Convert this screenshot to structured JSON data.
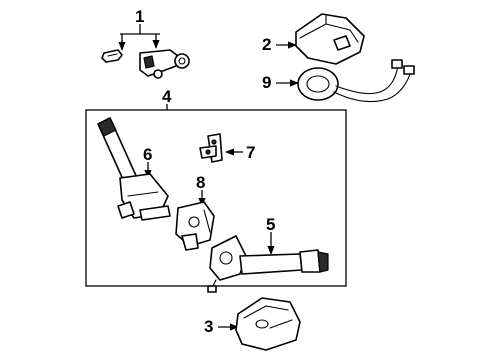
{
  "callouts": {
    "c1": "1",
    "c2": "2",
    "c3": "3",
    "c4": "4",
    "c5": "5",
    "c6": "6",
    "c7": "7",
    "c8": "8",
    "c9": "9"
  },
  "icons": {
    "leader_arrow": "arrowhead"
  },
  "colors": {
    "ink": "#000000",
    "paper": "#ffffff"
  }
}
